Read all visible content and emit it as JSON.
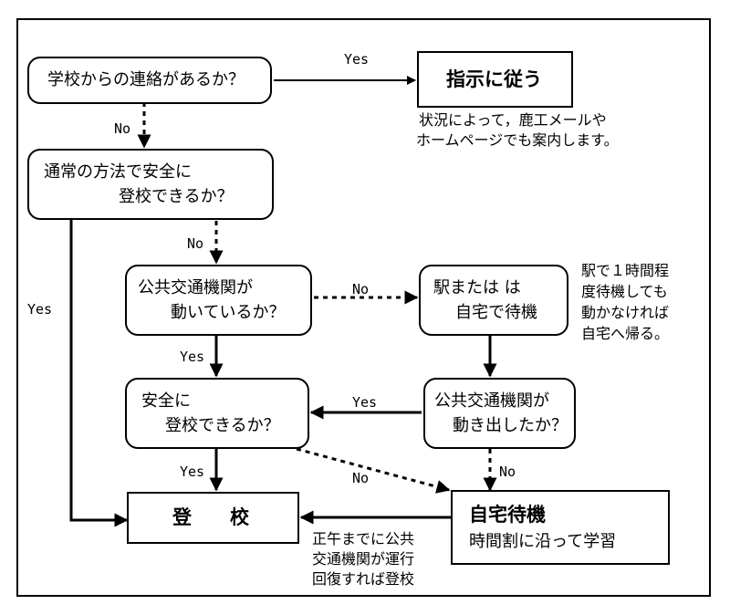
{
  "nodes": {
    "contact": {
      "text": "学校からの連絡があるか？"
    },
    "follow": {
      "text": "指示に従う"
    },
    "normal": {
      "line1": "通常の方法で安全に",
      "line2": "登校できるか？"
    },
    "transit": {
      "line1": "公共交通機関が",
      "line2": "動いているか？"
    },
    "wait_station": {
      "line1": "駅または は",
      "line2": "自宅で待機"
    },
    "safe": {
      "line1": "安全に",
      "line2": "登校できるか？"
    },
    "resumed": {
      "line1": "公共交通機関が",
      "line2": "動き出したか？"
    },
    "attend": {
      "text": "登　　校"
    },
    "home": {
      "line1": "自宅待機",
      "line2": "時間割に沿って学習"
    }
  },
  "labels": {
    "yes": "Yes",
    "no": "No"
  },
  "notes": {
    "follow_note": {
      "line1": "状況によって，鹿工メールや",
      "line2": "ホームページでも案内します。"
    },
    "station_note": {
      "line1": "駅で１時間程",
      "line2": "度待機しても",
      "line3": "動かなければ",
      "line4": "自宅へ帰る。"
    },
    "noon_note": {
      "line1": "正午までに公共",
      "line2": "交通機関が運行",
      "line3": "回復すれば登校"
    }
  }
}
